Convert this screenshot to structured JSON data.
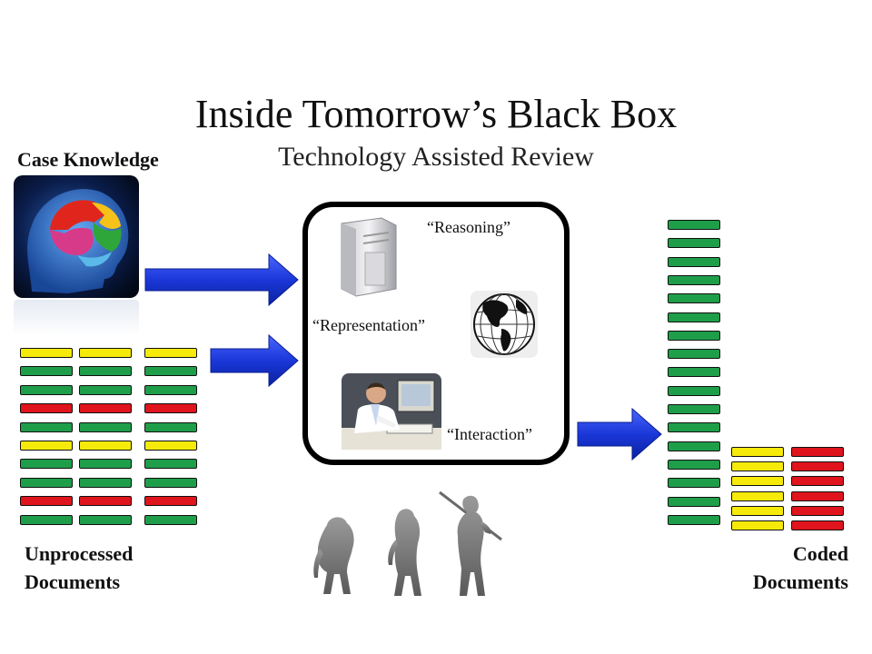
{
  "title": "Inside Tomorrow’s Black Box",
  "subtitle": "Technology Assisted Review",
  "case_knowledge_label": "Case Knowledge",
  "unprocessed_label": {
    "line1": "Unprocessed",
    "line2": "Documents"
  },
  "coded_label": {
    "line1": "Coded",
    "line2": "Documents"
  },
  "box_labels": {
    "reasoning": "“Reasoning”",
    "representation": "“Representation”",
    "interaction": "“Interaction”"
  },
  "colors": {
    "yellow": "#f5ea0a",
    "green": "#1f9e4a",
    "red": "#e0141c",
    "arrow": "#1f3fd6",
    "bar_border": "#111111"
  },
  "icons": {
    "case_knowledge": "brain-icon",
    "reasoning": "server-icon",
    "representation": "globe-icon",
    "interaction": "person-at-computer-icon",
    "evolution": "human-evolution-icon"
  },
  "unprocessed_documents": {
    "columns": [
      [
        "yellow",
        "green",
        "green",
        "red",
        "green",
        "yellow",
        "green",
        "green",
        "red",
        "green"
      ],
      [
        "yellow",
        "green",
        "green",
        "red",
        "green",
        "yellow",
        "green",
        "green",
        "red",
        "green"
      ],
      [
        "yellow",
        "green",
        "green",
        "red",
        "green",
        "yellow",
        "green",
        "green",
        "red",
        "green"
      ]
    ]
  },
  "coded_documents": {
    "green": 17,
    "yellow": 6,
    "red": 6
  }
}
